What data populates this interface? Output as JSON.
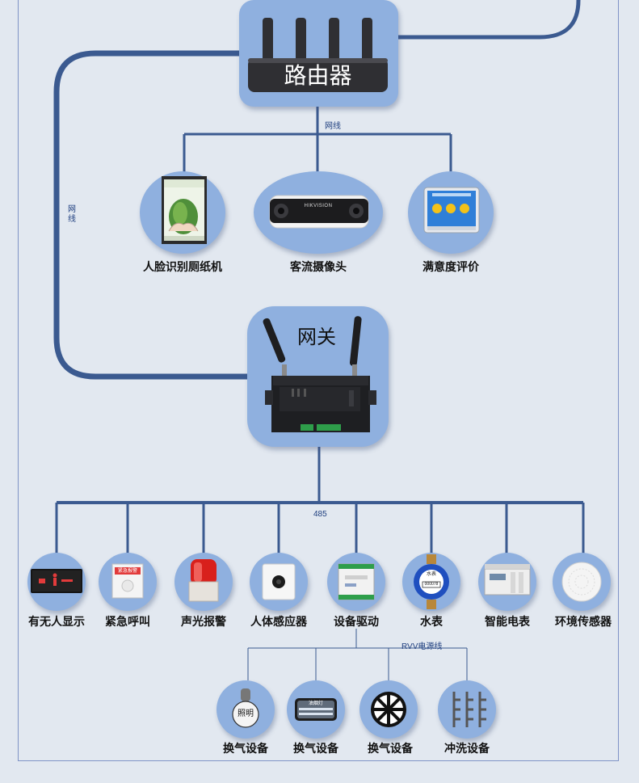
{
  "router": {
    "title": "路由器"
  },
  "gateway": {
    "title": "网关"
  },
  "wire_labels": {
    "router_bus": "网线",
    "left_loop": "网线",
    "rs485": "485",
    "rvv": "RVV电源线"
  },
  "top_devices": [
    {
      "label": "人脸识别厕纸机",
      "icon": "face-recognition-paper-dispenser-icon"
    },
    {
      "label": "客流摄像头",
      "icon": "people-counting-camera-icon",
      "brand": "HIKVISION"
    },
    {
      "label": "满意度评价",
      "icon": "satisfaction-evaluation-panel-icon"
    }
  ],
  "bus_devices": [
    {
      "label": "有无人显示",
      "icon": "occupancy-display-icon"
    },
    {
      "label": "紧急呼叫",
      "icon": "emergency-call-button-icon",
      "text": "紧急报警"
    },
    {
      "label": "声光报警",
      "icon": "sound-light-alarm-icon"
    },
    {
      "label": "人体感应器",
      "icon": "human-body-sensor-icon"
    },
    {
      "label": "设备驱动",
      "icon": "device-driver-module-icon"
    },
    {
      "label": "水表",
      "icon": "water-meter-icon",
      "text": "水表",
      "reading": "000078"
    },
    {
      "label": "智能电表",
      "icon": "smart-electric-meter-icon"
    },
    {
      "label": "环境传感器",
      "icon": "environment-sensor-icon"
    }
  ],
  "driver_outputs": [
    {
      "label": "换气设备",
      "icon": "lighting-icon",
      "text": "照明"
    },
    {
      "label": "换气设备",
      "icon": "exhaust-lamp-icon",
      "text": "油烟灯"
    },
    {
      "label": "换气设备",
      "icon": "ventilation-fan-icon"
    },
    {
      "label": "冲洗设备",
      "icon": "flush-equipment-icon"
    }
  ],
  "colors": {
    "wire": "#3b5a90",
    "circle": "#8fb0df",
    "background": "#e2e8f0",
    "frame": "#7f93c6"
  }
}
